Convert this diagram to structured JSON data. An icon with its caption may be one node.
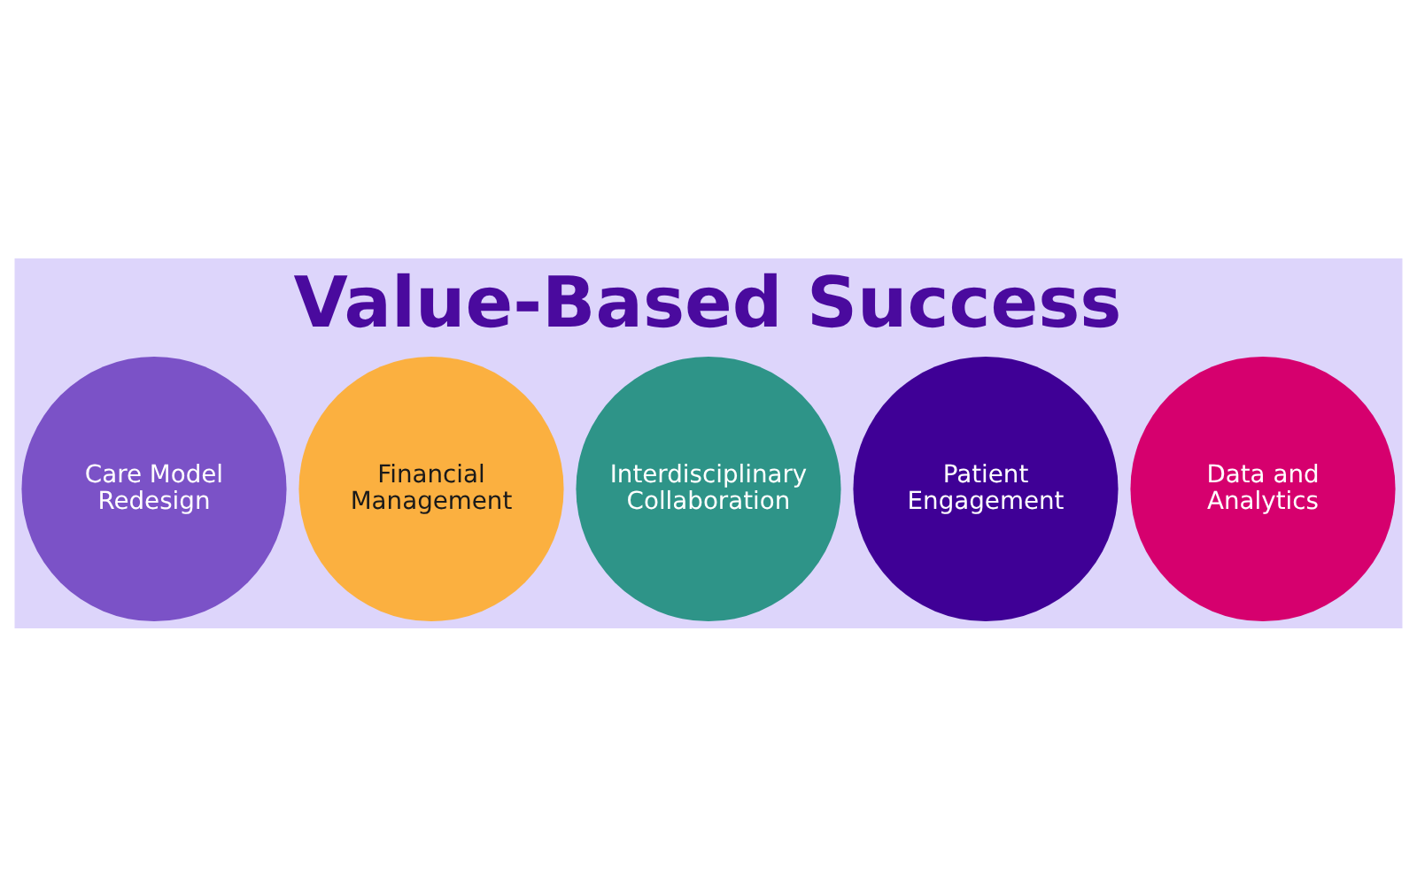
{
  "diagram": {
    "title": "Value-Based Success",
    "nodes": [
      {
        "text": [
          "Care Model Redesign"
        ]
      },
      {
        "text": [
          "Financial Management"
        ]
      },
      {
        "text": [
          "Interdisciplinary Collaboration"
        ]
      },
      {
        "text": [
          "Patient Engagement"
        ]
      },
      {
        "text": [
          "Data and Analytics"
        ]
      }
    ],
    "edges": []
  }
}
